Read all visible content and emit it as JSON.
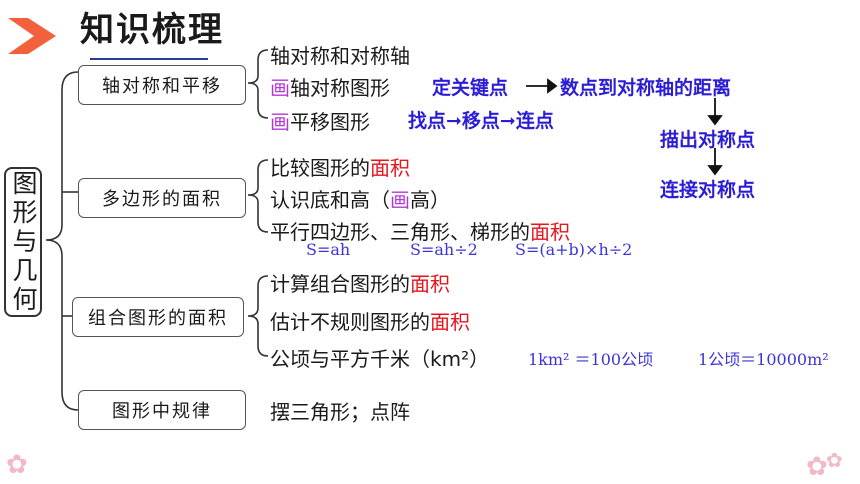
{
  "title": "知识梳理",
  "root": "图形与几何",
  "categories": [
    {
      "label": "轴对称和平移"
    },
    {
      "label": "多边形的面积"
    },
    {
      "label": "组合图形的面积"
    },
    {
      "label": "图形中规律"
    }
  ],
  "items": {
    "axis_sym": "轴对称和对称轴",
    "draw_sym_prefix": "画",
    "draw_sym_rest": "轴对称图形",
    "draw_trans_prefix": "画",
    "draw_trans_rest": "平移图形",
    "compare_pre": "比较图形的",
    "compare_red": "面积",
    "base_height_pre": "认识底和高（",
    "base_height_purple": "画",
    "base_height_post": "高）",
    "polys_pre": "平行四边形、三角形、梯形的",
    "polys_red": "面积",
    "combo_pre": "计算组合图形的",
    "combo_red": "面积",
    "estimate_pre": "估计不规则图形的",
    "estimate_red": "面积",
    "units": "公顷与平方千米（km²）",
    "pattern": "摆三角形；点阵"
  },
  "notes": {
    "sym_steps_1": "定关键点",
    "sym_steps_2": "数点到对称轴的距离",
    "sym_steps_3": "描出对称点",
    "sym_steps_4": "连接对称点",
    "trans_steps": "找点➞移点➞连点"
  },
  "formulas": {
    "parallelogram": "S=ah",
    "triangle": "S=ah÷2",
    "trapezoid": "S=(a+b)×h÷2",
    "km2": "1km² ＝100公顷",
    "hectare": "1公顷＝10000m²"
  },
  "colors": {
    "red": "#e8141c",
    "purple": "#b23bd1",
    "blue": "#2b1cd6",
    "accent": "#f2603c"
  }
}
